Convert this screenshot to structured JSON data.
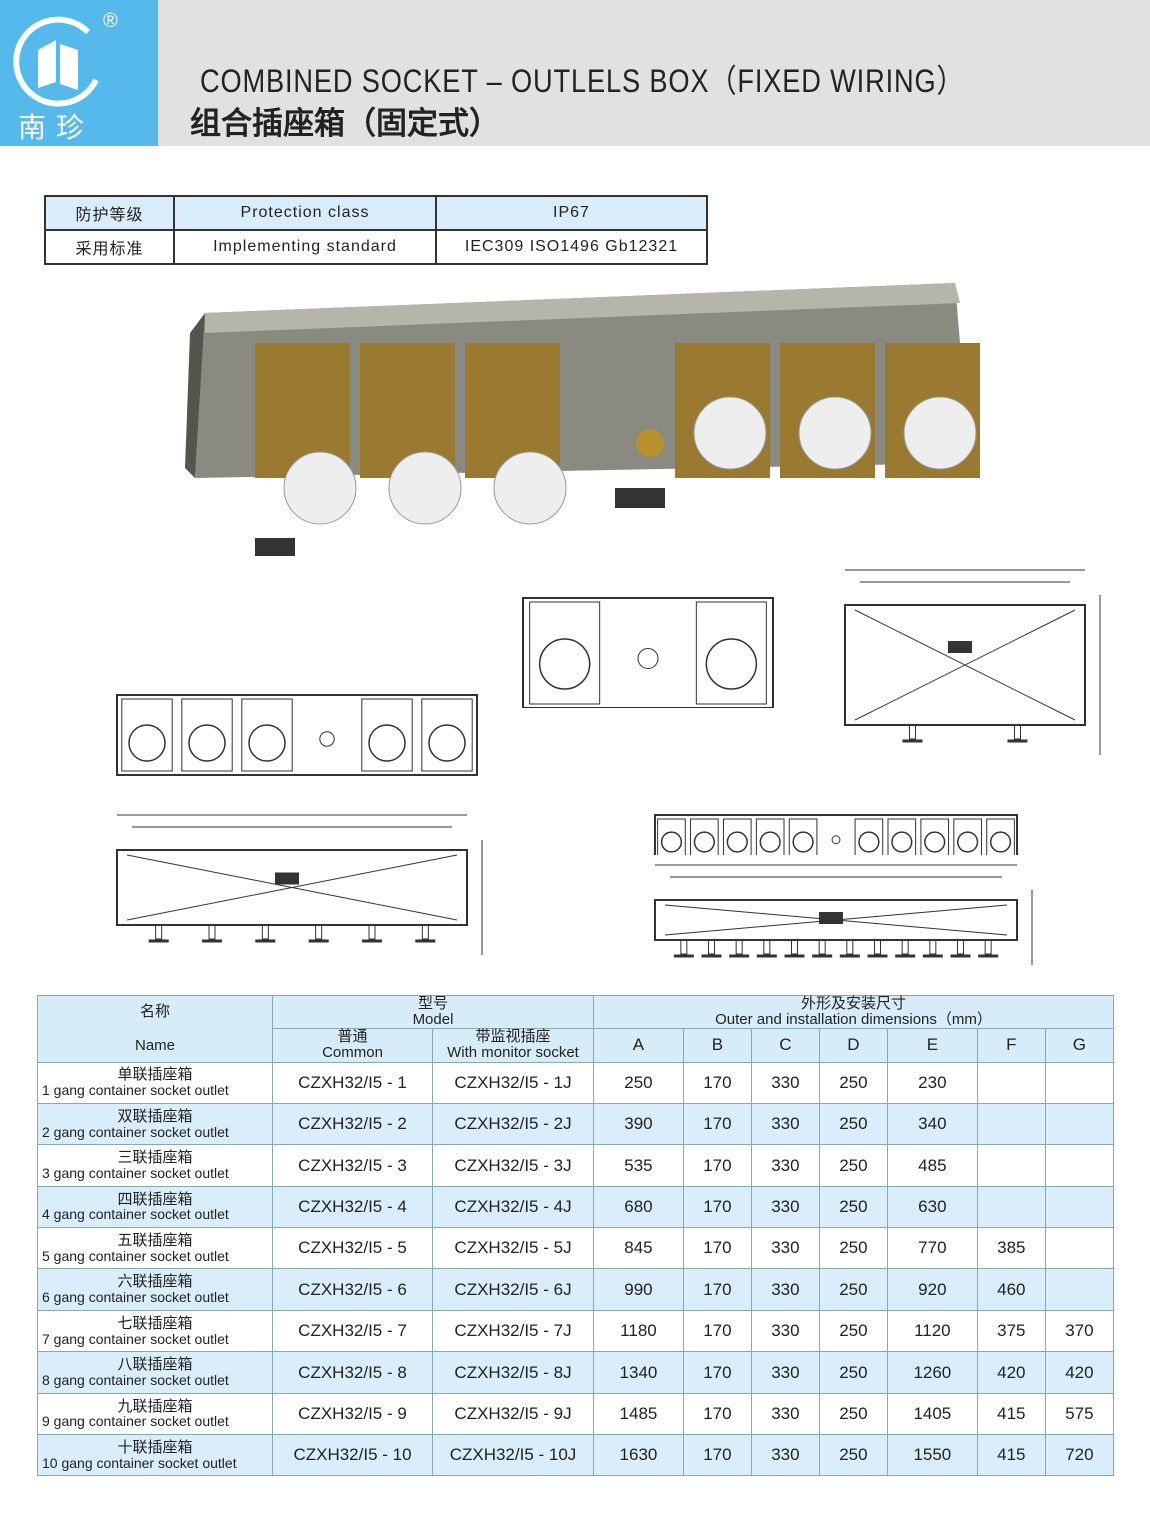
{
  "logo": {
    "brand_cn": "南珍",
    "registered": "®"
  },
  "header": {
    "title_en": "COMBINED SOCKET – OUTLELS BOX（FIXED WIRING）",
    "title_cn": "组合插座箱（固定式）"
  },
  "spec": [
    {
      "cn": "防护等级",
      "en": "Protection class",
      "value": "IP67"
    },
    {
      "cn": "采用标准",
      "en": "Implementing standard",
      "value": "IEC309  ISO1496   Gb12321"
    }
  ],
  "colors": {
    "brand_blue": "#55b9ec",
    "header_gray": "#e1e1e1",
    "table_blue": "#d9eefa"
  },
  "table": {
    "name_cn": "名称",
    "name_en": "Name",
    "model_cn": "型号",
    "model_en": "Model",
    "common_cn": "普通",
    "common_en": "Common",
    "monitor_cn": "带监视插座",
    "monitor_en": "With monitor socket",
    "dims_cn": "外形及安装尺寸",
    "dims_en": "Outer and installation dimensions（mm）",
    "dim_cols": [
      "A",
      "B",
      "C",
      "D",
      "E",
      "F",
      "G"
    ],
    "rows": [
      {
        "cn": "单联插座箱",
        "en": "1   gang container socket outlet",
        "common": "CZXH32/I5 - 1",
        "monitor": "CZXH32/I5 - 1J",
        "dims": [
          "250",
          "170",
          "330",
          "250",
          "230",
          "",
          ""
        ]
      },
      {
        "cn": "双联插座箱",
        "en": "2   gang container socket outlet",
        "common": "CZXH32/I5 - 2",
        "monitor": "CZXH32/I5 - 2J",
        "dims": [
          "390",
          "170",
          "330",
          "250",
          "340",
          "",
          ""
        ]
      },
      {
        "cn": "三联插座箱",
        "en": "3   gang container socket outlet",
        "common": "CZXH32/I5 - 3",
        "monitor": "CZXH32/I5 - 3J",
        "dims": [
          "535",
          "170",
          "330",
          "250",
          "485",
          "",
          ""
        ]
      },
      {
        "cn": "四联插座箱",
        "en": "4   gang container socket outlet",
        "common": "CZXH32/I5 - 4",
        "monitor": "CZXH32/I5 - 4J",
        "dims": [
          "680",
          "170",
          "330",
          "250",
          "630",
          "",
          ""
        ]
      },
      {
        "cn": "五联插座箱",
        "en": "5   gang container socket outlet",
        "common": "CZXH32/I5 - 5",
        "monitor": "CZXH32/I5 - 5J",
        "dims": [
          "845",
          "170",
          "330",
          "250",
          "770",
          "385",
          ""
        ]
      },
      {
        "cn": "六联插座箱",
        "en": "6   gang container socket outlet",
        "common": "CZXH32/I5 - 6",
        "monitor": "CZXH32/I5 - 6J",
        "dims": [
          "990",
          "170",
          "330",
          "250",
          "920",
          "460",
          ""
        ]
      },
      {
        "cn": "七联插座箱",
        "en": "7   gang container socket outlet",
        "common": "CZXH32/I5 - 7",
        "monitor": "CZXH32/I5 - 7J",
        "dims": [
          "1180",
          "170",
          "330",
          "250",
          "1120",
          "375",
          "370"
        ]
      },
      {
        "cn": "八联插座箱",
        "en": "8   gang container socket outlet",
        "common": "CZXH32/I5 - 8",
        "monitor": "CZXH32/I5 - 8J",
        "dims": [
          "1340",
          "170",
          "330",
          "250",
          "1260",
          "420",
          "420"
        ]
      },
      {
        "cn": "九联插座箱",
        "en": "9   gang container socket outlet",
        "common": "CZXH32/I5 - 9",
        "monitor": "CZXH32/I5 - 9J",
        "dims": [
          "1485",
          "170",
          "330",
          "250",
          "1405",
          "415",
          "575"
        ]
      },
      {
        "cn": "十联插座箱",
        "en": "10   gang container socket outlet",
        "common": "CZXH32/I5 - 10",
        "monitor": "CZXH32/I5 - 10J",
        "dims": [
          "1630",
          "170",
          "330",
          "250",
          "1550",
          "415",
          "720"
        ]
      }
    ]
  }
}
